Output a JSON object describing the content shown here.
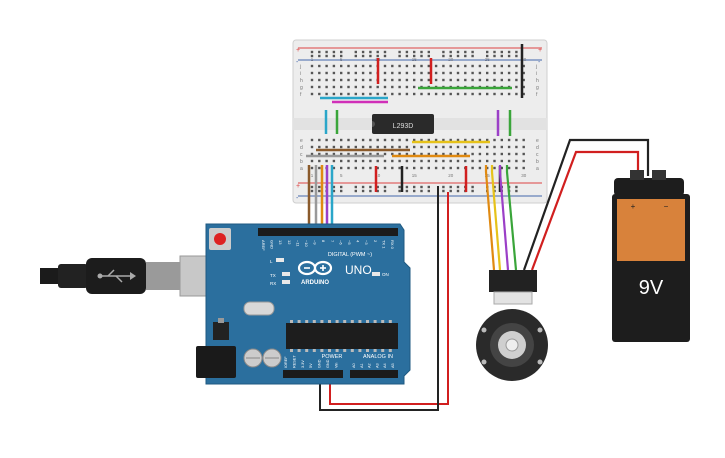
{
  "breadboard": {
    "chip_label": "L293D",
    "row_letters_top": [
      "j",
      "i",
      "h",
      "g",
      "f"
    ],
    "row_letters_bottom": [
      "e",
      "d",
      "c",
      "b",
      "a"
    ],
    "rail_plus": "+",
    "rail_minus": "-",
    "column_numbers": [
      "1",
      "5",
      "10",
      "15",
      "20",
      "25",
      "30"
    ]
  },
  "arduino": {
    "brand": "ARDUINO",
    "model": "UNO",
    "digital_label": "DIGITAL (PWM ~)",
    "power_label": "POWER",
    "analog_label": "ANALOG IN",
    "led_l": "L",
    "led_tx": "TX",
    "led_rx": "RX",
    "led_on": "ON",
    "header_top_labels": [
      "AREF",
      "GND",
      "13",
      "12",
      "~11",
      "~10",
      "~9",
      "8",
      "7",
      "~6",
      "~5",
      "4",
      "~3",
      "2",
      "TX 1",
      "RX 0"
    ],
    "power_pin_labels": [
      "IOREF",
      "RESET",
      "3.3V",
      "5V",
      "GND",
      "GND",
      "Vin"
    ],
    "analog_pin_labels": [
      "A0",
      "A1",
      "A2",
      "A3",
      "A4",
      "A5"
    ]
  },
  "battery": {
    "label": "9V",
    "plus": "+",
    "minus": "−"
  },
  "colors": {
    "arduino_board": "#2b6f9e",
    "breadboard": "#ededed",
    "battery_body": "#d8823b",
    "wire_red": "#d11f1f",
    "wire_black": "#222222",
    "wire_green": "#3aa53a",
    "wire_purple": "#9b3fc7",
    "wire_orange": "#e08a12",
    "wire_yellow": "#e6c21a",
    "wire_cyan": "#2aa6c9",
    "wire_magenta": "#d02fb8",
    "wire_brown": "#8a5a2b",
    "wire_gray": "#999999"
  }
}
